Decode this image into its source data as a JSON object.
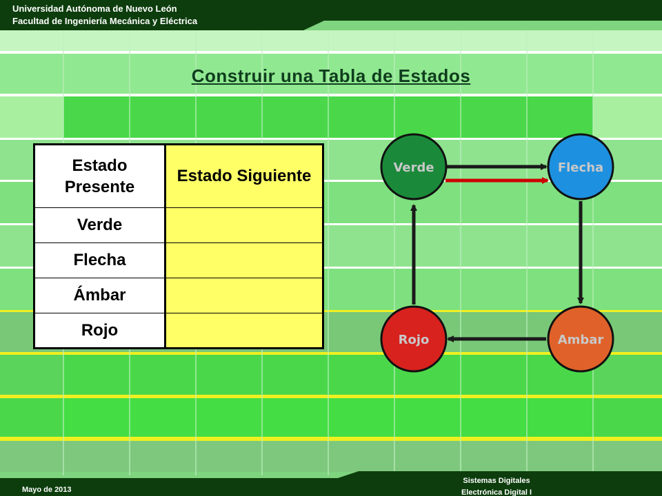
{
  "header": {
    "university": "Universidad Autónoma de Nuevo León",
    "faculty": "Facultad de Ingeniería Mecánica y Eléctrica"
  },
  "slide": {
    "title": "Construir una Tabla de Estados"
  },
  "table": {
    "headers": [
      "Estado Presente",
      "Estado Siguiente"
    ],
    "rows": [
      {
        "present": "Verde",
        "next": ""
      },
      {
        "present": "Flecha",
        "next": ""
      },
      {
        "present": "Ámbar",
        "next": ""
      },
      {
        "present": "Rojo",
        "next": ""
      }
    ]
  },
  "diagram": {
    "states": [
      {
        "name": "Verde",
        "color": "#1a8a3a"
      },
      {
        "name": "Flecha",
        "color": "#1e90e0"
      },
      {
        "name": "Ambar",
        "color": "#e0622a"
      },
      {
        "name": "Rojo",
        "color": "#d8221e"
      }
    ],
    "highlight_arrow_color": "#cc0000"
  },
  "footer": {
    "date": "Mayo de 2013",
    "course_line1": "Sistemas Digitales",
    "course_line2": "Electrónica Digital I"
  },
  "colors": {
    "dark_green": "#0d3d0d",
    "yellow_cell": "#ffff66",
    "grid_line": "#f0f020"
  }
}
